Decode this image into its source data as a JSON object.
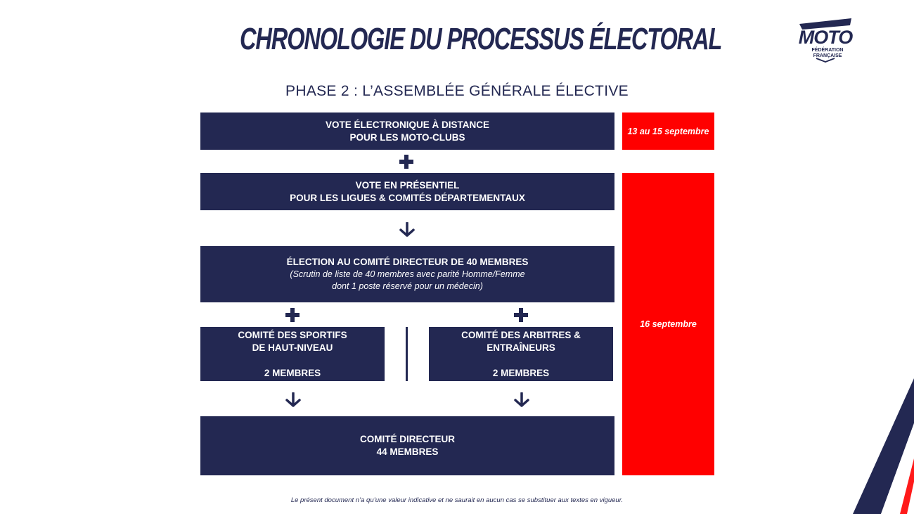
{
  "header": {
    "title": "CHRONOLOGIE DU PROCESSUS ÉLECTORAL",
    "subtitle": "PHASE 2 : L’ASSEMBLÉE GÉNÉRALE ÉLECTIVE"
  },
  "logo": {
    "word": "MOTO",
    "line1": "FÉDÉRATION",
    "line2": "FRANÇAISE"
  },
  "steps": {
    "vote_distance": {
      "line1": "VOTE ÉLECTRONIQUE À DISTANCE",
      "line2": "POUR LES MOTO-CLUBS"
    },
    "vote_presentiel": {
      "line1": "VOTE EN PRÉSENTIEL",
      "line2": "POUR LES LIGUES & COMITÉS DÉPARTEMENTAUX"
    },
    "election": {
      "line1": "ÉLECTION AU COMITÉ DIRECTEUR DE 40 MEMBRES",
      "line2": "(Scrutin de liste de 40 membres avec parité Homme/Femme",
      "line3": "dont 1 poste réservé pour un médecin)"
    },
    "sportifs": {
      "line1": "COMITÉ DES SPORTIFS",
      "line2": "DE HAUT-NIVEAU",
      "members": "2 MEMBRES"
    },
    "arbitres": {
      "line1": "COMITÉ DES ARBITRES &",
      "line2": "ENTRAÎNEURS",
      "members": "2 MEMBRES"
    },
    "directeur": {
      "line1": "COMITÉ DIRECTEUR",
      "line2": "44 MEMBRES"
    }
  },
  "dates": {
    "first": "13 au 15 septembre",
    "second": "16 septembre"
  },
  "footnote": "Le présent document n’a qu’une valeur indicative et ne saurait en aucun cas se substituer aux textes en vigueur.",
  "icons": [
    "plus-icon",
    "arrow-down-icon"
  ],
  "colors": {
    "navy": "#232852",
    "red": "#ff0000"
  }
}
